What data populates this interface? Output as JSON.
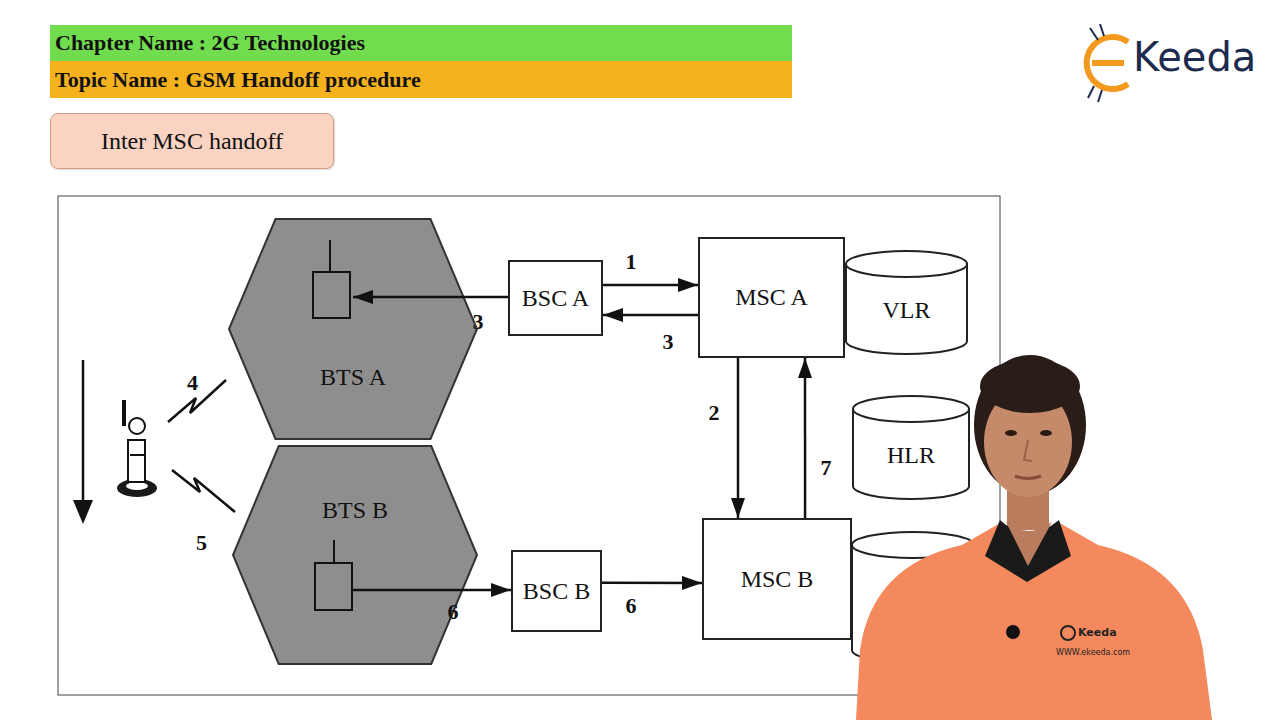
{
  "diagram": {
    "nodes": [
      {
        "text": [
          "Chapter Name : 2G Technologies"
        ]
      },
      {
        "text": [
          "Topic Name : GSM Handoff procedure"
        ]
      },
      {
        "text": [
          "Inter MSC handoff"
        ]
      },
      {
        "text": [
          "BTS A"
        ]
      },
      {
        "text": [
          "BSC A"
        ]
      },
      {
        "text": [
          "MSC A"
        ]
      },
      {
        "text": [
          "VLR"
        ]
      },
      {
        "text": [
          "HLR"
        ]
      },
      {
        "text": [
          "BTS B"
        ]
      },
      {
        "text": [
          "BSC B"
        ]
      },
      {
        "text": [
          "MSC B"
        ]
      }
    ],
    "edges": [
      {
        "from": 4,
        "to": 5,
        "arrow": "to",
        "label": "1"
      },
      {
        "from": 5,
        "to": 4,
        "arrow": "to",
        "label": "3"
      },
      {
        "from": 4,
        "to": 3,
        "arrow": "to",
        "label": "3"
      },
      {
        "from": 5,
        "to": 10,
        "arrow": "to",
        "label": "2"
      },
      {
        "from": 10,
        "to": 5,
        "arrow": "to",
        "label": "7"
      },
      {
        "from": 8,
        "to": 9,
        "arrow": "to",
        "label": "6"
      },
      {
        "from": 9,
        "to": 10,
        "arrow": "to",
        "label": "6"
      }
    ],
    "labels": [
      "Keeda",
      "4",
      "5",
      "Keeda",
      "WWW.ekeeda.com"
    ]
  }
}
